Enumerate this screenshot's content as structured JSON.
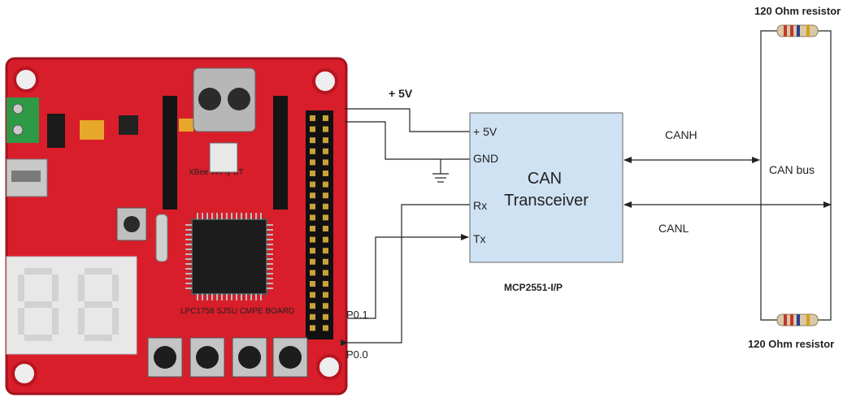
{
  "board": {
    "name": "LPC1758 SJSU CMPE BOARD",
    "xbee_label": "XBee WiFly BT",
    "pin_p01": "P0.1",
    "pin_p00": "P0.0"
  },
  "power": {
    "supply_label": "+ 5V"
  },
  "transceiver": {
    "title_line1": "CAN",
    "title_line2": "Transceiver",
    "part_number": "MCP2551-I/P",
    "pins": {
      "vcc": "+ 5V",
      "gnd": "GND",
      "rx": "Rx",
      "tx": "Tx"
    }
  },
  "bus": {
    "canh_label": "CANH",
    "canl_label": "CANL",
    "bus_label": "CAN bus",
    "resistor_top_label": "120 Ohm resistor",
    "resistor_bottom_label": "120 Ohm resistor"
  },
  "colors": {
    "pcb": "#d81e2a",
    "pcb_dark": "#a3121c",
    "transceiver_fill": "#cfe2f3",
    "wire": "#222222"
  }
}
